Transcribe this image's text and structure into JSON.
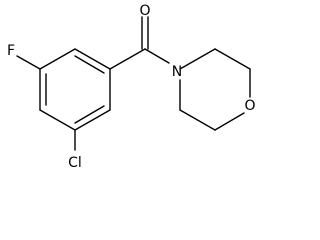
{
  "molecule": {
    "atoms": {
      "oxygen_carbonyl": "O",
      "nitrogen": "N",
      "oxygen_ring": "O",
      "fluorine": "F",
      "chlorine": "Cl"
    }
  }
}
